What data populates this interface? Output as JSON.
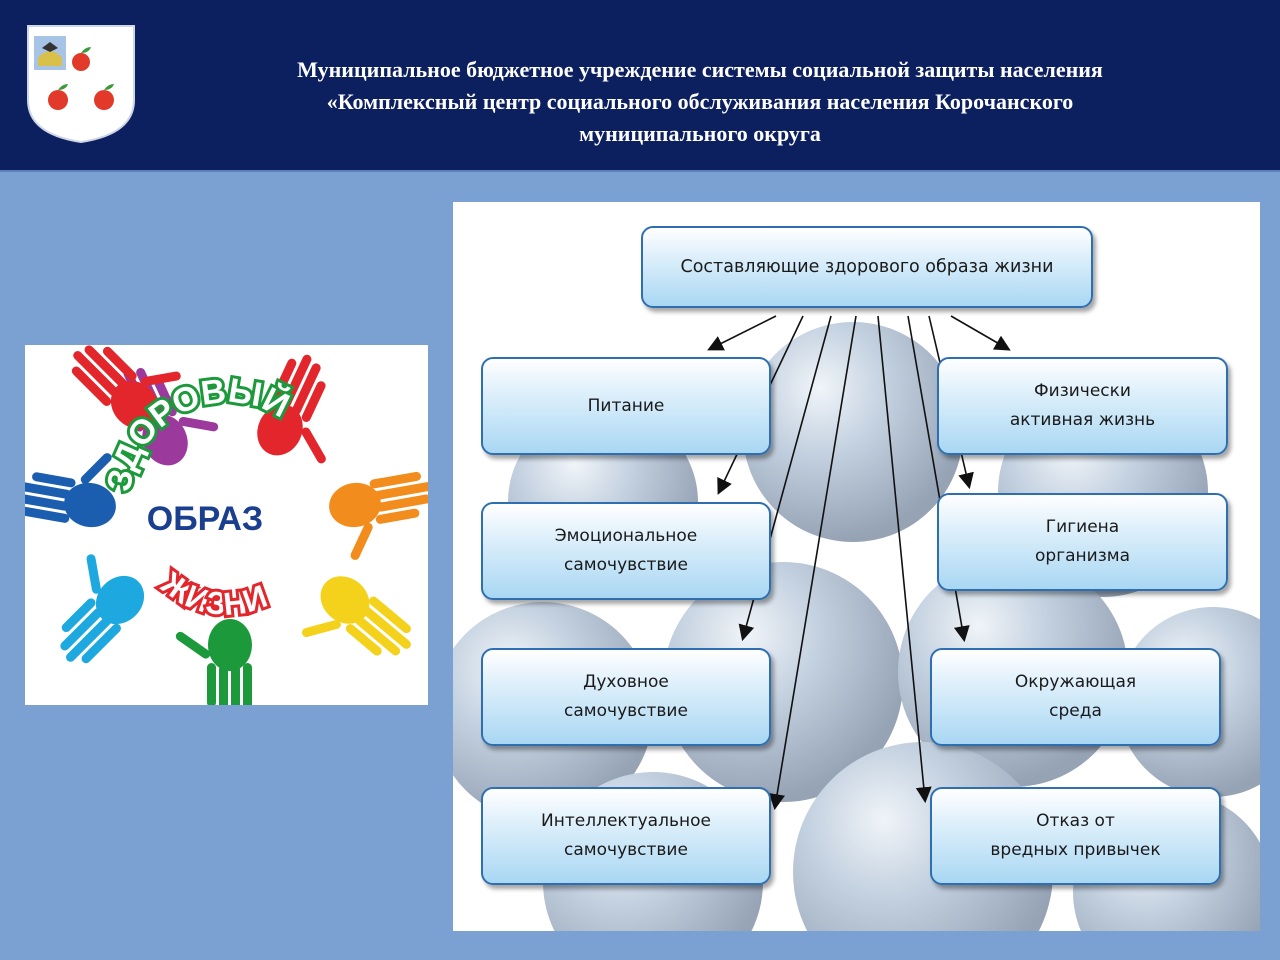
{
  "header": {
    "title_lines": [
      "Муниципальное бюджетное учреждение системы социальной защиты населения",
      "«Комплексный центр социального обслуживания населения Корочанского",
      "муниципального округа"
    ]
  },
  "logo": {
    "word_top": "ЗДОРОВЫЙ",
    "word_middle": "ОБРАЗ",
    "word_bottom": "ЖИЗНИ",
    "colors": {
      "purple": "#9b3a9c",
      "red": "#e2262b",
      "orange": "#f28c1c",
      "yellow": "#f4d21c",
      "green": "#1c9a3b",
      "cyan": "#1ea8e0",
      "blue": "#1b5eb0",
      "navy": "#1b3f8f"
    }
  },
  "diagram": {
    "root": "Составляющие здорового образа жизни",
    "left": [
      "Питание",
      "Эмоциональное\n      самочувствие",
      "Духовное\nсамочувствие",
      "Интеллектуальное\n      самочувствие"
    ],
    "right": [
      "Физически\nактивная жизнь",
      "Гигиена\nорганизма",
      "Окружающая\nсреда",
      "Отказ от\nвредных привычек"
    ]
  }
}
